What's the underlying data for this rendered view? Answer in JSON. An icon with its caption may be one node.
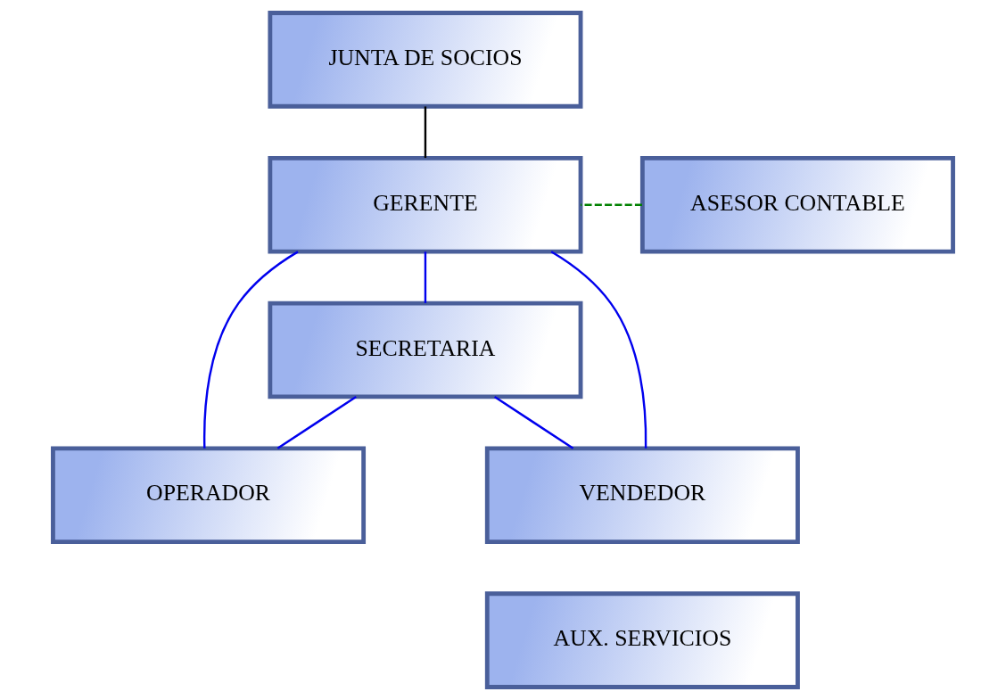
{
  "diagram": {
    "nodes": [
      {
        "text": [
          "JUNTA DE SOCIOS"
        ]
      },
      {
        "text": [
          "GERENTE"
        ]
      },
      {
        "text": [
          "ASESOR CONTABLE"
        ]
      },
      {
        "text": [
          "SECRETARIA"
        ]
      },
      {
        "text": [
          "OPERADOR"
        ]
      },
      {
        "text": [
          "VENDEDOR"
        ]
      },
      {
        "text": [
          "AUX. SERVICIOS"
        ]
      }
    ],
    "edges": [
      {
        "from": 0,
        "to": 1,
        "arrow": "none",
        "color": "#000000"
      },
      {
        "from": 2,
        "to": 1,
        "arrow": "none",
        "style": "dashed",
        "color": "#008000"
      },
      {
        "from": 1,
        "to": 4,
        "arrow": "none"
      },
      {
        "from": 1,
        "to": 3,
        "arrow": "none"
      },
      {
        "from": 1,
        "to": 5,
        "arrow": "none"
      },
      {
        "from": 3,
        "to": 4,
        "arrow": "none"
      },
      {
        "from": 3,
        "to": 5,
        "arrow": "none"
      }
    ]
  }
}
